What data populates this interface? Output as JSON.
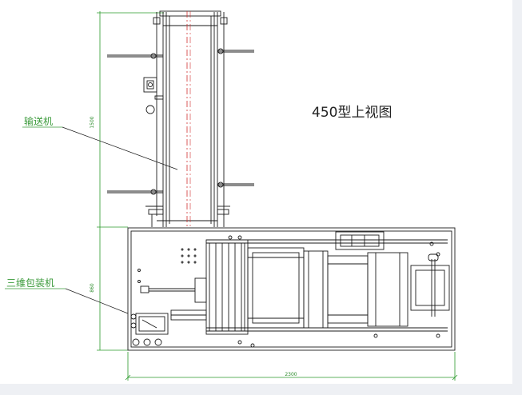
{
  "drawing": {
    "title": "450型上视图",
    "labels": {
      "conveyor": "输送机",
      "packaging_machine": "三维包装机"
    },
    "dimensions": {
      "conveyor_length": "1500",
      "machine_width": "860",
      "machine_length": "2300"
    },
    "colors": {
      "line": "#1a1a1a",
      "dimension": "#2a9a2a",
      "centerline": "#d03030",
      "label": "#3a9a3a"
    }
  }
}
